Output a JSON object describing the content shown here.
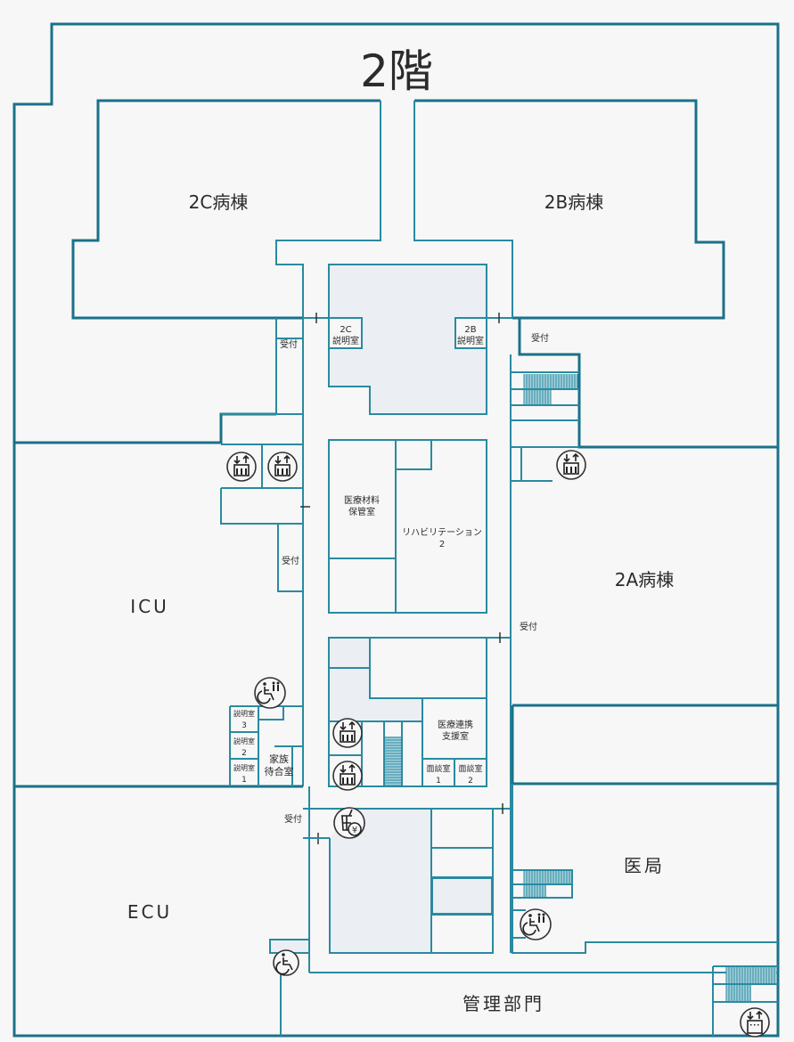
{
  "floor_title": "2階",
  "areas": {
    "ward_2c": "2C病棟",
    "ward_2b": "2B病棟",
    "ward_2a": "2A病棟",
    "icu": "ICU",
    "ecu": "ECU",
    "medical_office": "医局",
    "administration": "管理部門"
  },
  "rooms": {
    "explain_2c": [
      "2C",
      "説明室"
    ],
    "explain_2b": [
      "2B",
      "説明室"
    ],
    "medical_materials": [
      "医療材料",
      "保管室"
    ],
    "rehab": [
      "リハビリテーション",
      "2"
    ],
    "medical_coop": [
      "医療連携",
      "支援室"
    ],
    "interview_1": [
      "面談室",
      "1"
    ],
    "interview_2": [
      "面談室",
      "2"
    ],
    "explain_3": [
      "説明室",
      "3"
    ],
    "explain_2": [
      "説明室",
      "2"
    ],
    "explain_1": [
      "説明室",
      "1"
    ],
    "family_waiting": [
      "家族",
      "待合室"
    ]
  },
  "reception_label": "受付",
  "icons": {
    "elevator": "elevator-icon",
    "accessible_restroom": "accessible-restroom-icon",
    "wheelchair": "wheelchair-icon",
    "vending": "vending-machine-icon",
    "service_elevator": "service-elevator-icon"
  },
  "colors": {
    "wall": "#1a7189",
    "room_line": "#2a8aa0",
    "shaded_room": "#ebeff3",
    "stairs": "#a6d1dc",
    "background": "#f7f7f7"
  }
}
